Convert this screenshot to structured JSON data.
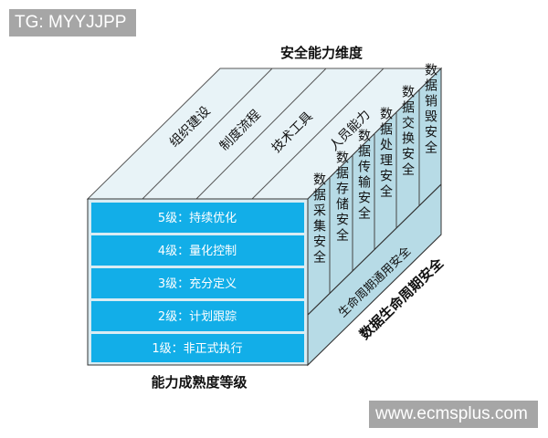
{
  "watermarks": {
    "top_left": "TG: MYYJJPP",
    "bottom_right": "www.ecmsplus.com"
  },
  "diagram": {
    "top_axis_title": "安全能力维度",
    "front_axis_title": "能力成熟度等级",
    "side_axis_title": "数据生命周期安全",
    "top_dimensions": [
      "组织建设",
      "制度流程",
      "技术工具",
      "人员能力"
    ],
    "maturity_levels": [
      "5级：持续优化",
      "4级：量化控制",
      "3级：充分定义",
      "2级：计划跟踪",
      "1级：非正式执行"
    ],
    "lifecycle_stages": [
      "数据采集安全",
      "数据存储安全",
      "数据传输安全",
      "数据处理安全",
      "数据交换安全",
      "数据销毁安全"
    ],
    "general_band": "生命周期通用安全",
    "colors": {
      "level_fill": "#12aee8",
      "top_face": "#e6f2f6",
      "side_face": "#b5d9e4",
      "edge": "#333333"
    }
  }
}
